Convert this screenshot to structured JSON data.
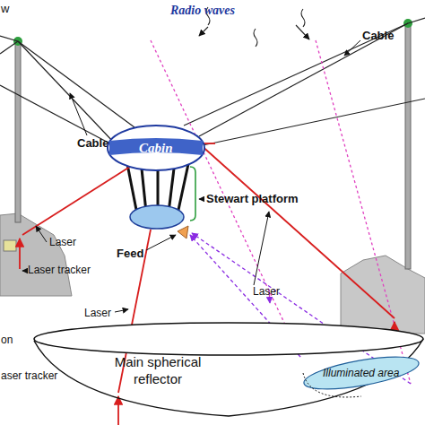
{
  "diagram": {
    "nodes": [
      {
        "text": [
          "Cabin"
        ]
      },
      {
        "text": [
          "Main spherical reflector"
        ]
      },
      {
        "text": [
          "Illuminated area"
        ],
        "in": 1
      }
    ],
    "labels": [
      "w",
      "Radio waves",
      "Cable",
      "Cable",
      "Stewart platform",
      "Laser",
      "Laser tracker",
      "Feed",
      "Laser",
      "Laser",
      "Laser tracker",
      "on",
      "aser tracker"
    ]
  }
}
